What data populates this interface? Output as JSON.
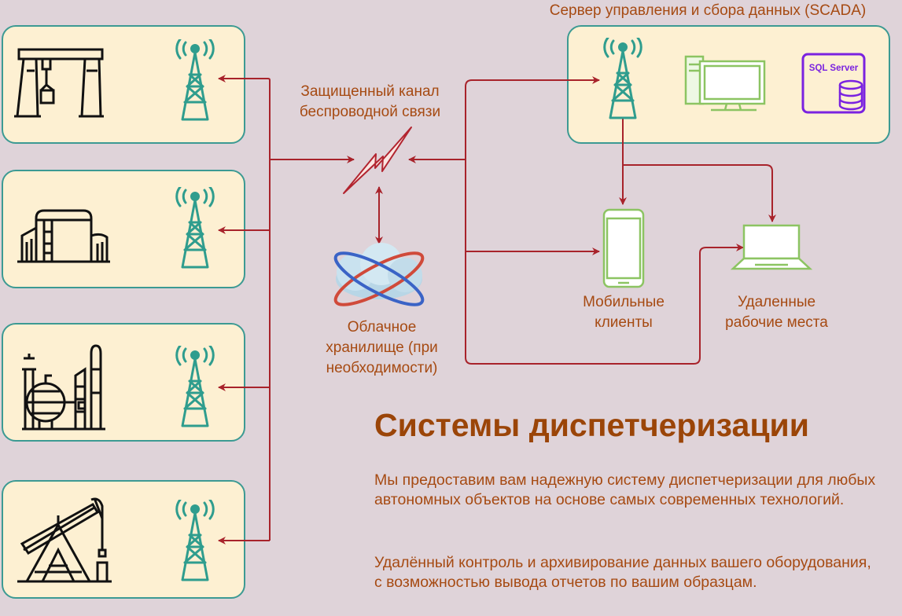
{
  "labels": {
    "server_caption": "Сервер управления и сбора данных (SCADA)",
    "channel": "Защищенный канал беспроводной связи",
    "cloud": "Облачное хранилище (при необходимости)",
    "mobile": "Мобильные клиенты",
    "remote": "Удаленные рабочие места",
    "sql": "SQL Server"
  },
  "heading": "Системы диспетчеризации",
  "paragraphs": [
    "Мы предоставим вам надежную систему диспетчеризации для любых автономных объектов на основе самых современных технологий.",
    "Удалённый контроль и архивирование данных вашего оборудования, с возможностью вывода отчетов по вашим образцам."
  ],
  "icons": {
    "site1": "gantry-crane-icon",
    "site2": "storage-tanks-icon",
    "site3": "refinery-icon",
    "site4": "oil-pump-jack-icon",
    "tower": "radio-tower-icon",
    "desktop": "desktop-computer-icon",
    "database": "sql-server-database-icon",
    "phone": "mobile-phone-icon",
    "laptop": "laptop-icon",
    "cloud": "cloud-storage-icon",
    "lightning": "wireless-link-icon"
  },
  "colors": {
    "background": "#dfd3d9",
    "panel_fill": "#fdf0d2",
    "panel_border": "#3c9a93",
    "connector": "#a8232b",
    "text": "#a64a12",
    "tower": "#2f9d8e",
    "device_green": "#8cc462",
    "sql_purple": "#7a22e0"
  }
}
